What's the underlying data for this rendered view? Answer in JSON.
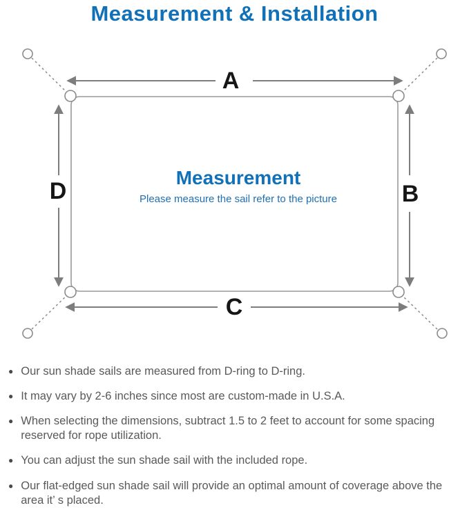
{
  "title": "Measurement & Installation",
  "diagram": {
    "labels": {
      "top": "A",
      "right": "B",
      "bottom": "C",
      "left": "D"
    },
    "center_title": "Measurement",
    "center_subtitle": "Please measure the sail refer to the picture"
  },
  "bullets": [
    "Our sun shade sails are measured from D-ring to D-ring.",
    "It may vary by 2-6 inches since most are custom-made in U.S.A.",
    "When selecting the dimensions, subtract 1.5 to 2 feet to account for some spacing reserved for rope utilization.",
    "You can adjust the sun shade sail with the included rope.",
    "Our flat-edged sun shade sail will provide an optimal amount of coverage above the area it’ s placed."
  ],
  "colors": {
    "accent_blue": "#1171b8",
    "subtitle_blue": "#1e6fb5",
    "line_gray": "#8a8a8a",
    "arrow_gray": "#7d7d7d",
    "label_black": "#161616",
    "body_text_gray": "#595959"
  }
}
